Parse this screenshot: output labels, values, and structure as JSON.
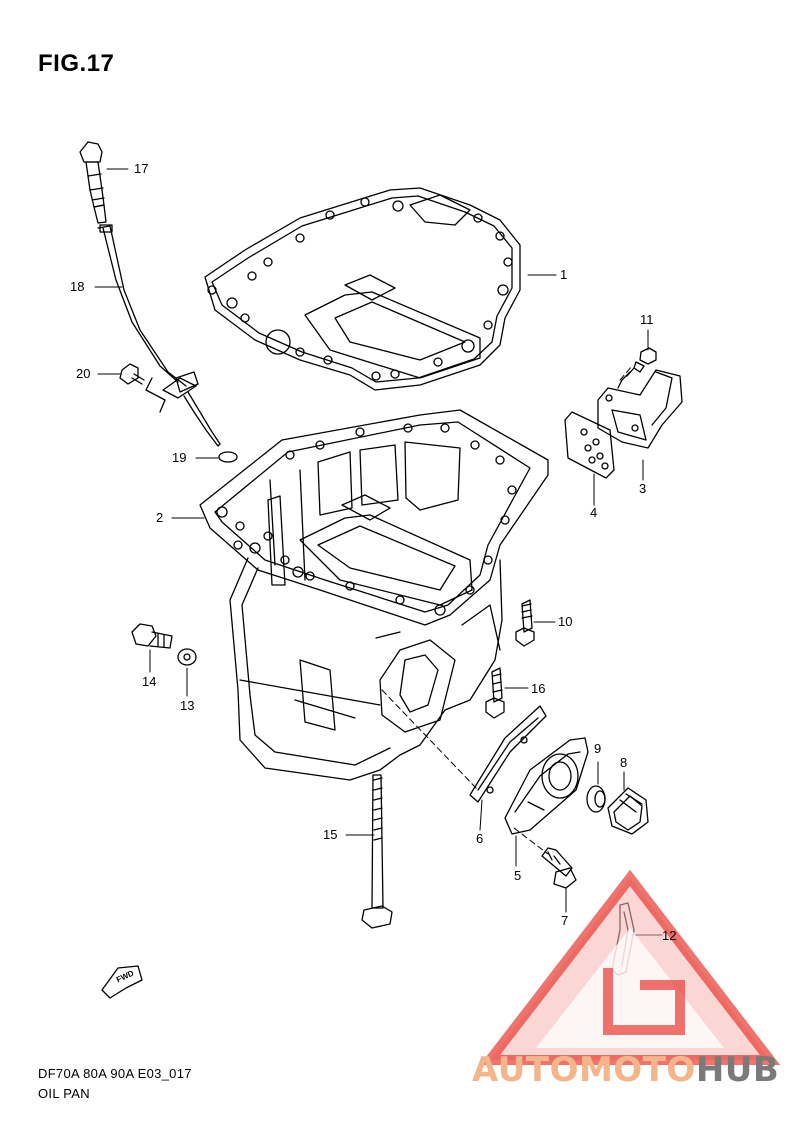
{
  "title": "FIG.17",
  "footer": {
    "model": "DF70A 80A 90A E03_017",
    "section": "OIL PAN"
  },
  "callouts": {
    "p1": "1",
    "p2": "2",
    "p3": "3",
    "p4": "4",
    "p5": "5",
    "p6": "6",
    "p7": "7",
    "p8": "8",
    "p9": "9",
    "p10": "10",
    "p11": "11",
    "p12": "12",
    "p13": "13",
    "p14": "14",
    "p15": "15",
    "p16": "16",
    "p17": "17",
    "p18": "18",
    "p19": "19",
    "p20": "20"
  },
  "fwd_marker": "FWD",
  "watermark": {
    "part_a": "AUTOMOTO",
    "part_b": "HUB",
    "colors": {
      "part_a": "#f5b58a",
      "part_b": "#7a7a7a",
      "triangle": "#e8453c",
      "logo_fill": "#f6b6b2"
    }
  },
  "colors": {
    "ink": "#000000",
    "background": "#ffffff"
  }
}
